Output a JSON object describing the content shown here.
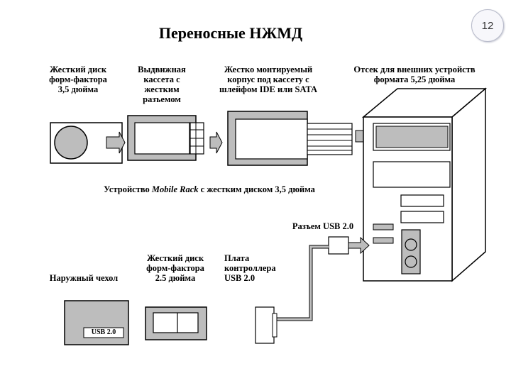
{
  "title": "Переносные НЖМД",
  "page_number": "12",
  "labels": {
    "hdd_35": [
      "Жесткий диск",
      "форм-фактора",
      "3,5 дюйма"
    ],
    "cassette": [
      "Выдвижная",
      "кассета с",
      "жестким",
      "разъемом"
    ],
    "fixed_case": [
      "Жестко монтируемый",
      "корпус под кассету с",
      "шлейфом IDE или SATA"
    ],
    "bay": [
      "Отсек для внешних устройств",
      "формата 5,25 дюйма"
    ],
    "mobile_rack": {
      "prefix": "Устройство ",
      "name": "Mobile Rack",
      "suffix": " с жестким диском 3,5 дюйма"
    },
    "usb_port": "Разъем USB 2.0",
    "outer_case": "Наружный чехол",
    "hdd_25": [
      "Жесткий диск",
      "форм-фактора",
      "2.5 дюйма"
    ],
    "controller": [
      "Плата",
      "контроллера",
      "USB 2.0"
    ],
    "usb_tag": "USB 2.0"
  },
  "colors": {
    "gray": "#bdbdbd",
    "line": "#000000"
  }
}
